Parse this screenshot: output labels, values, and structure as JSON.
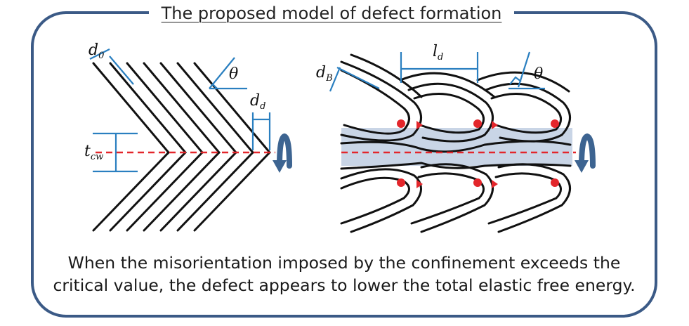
{
  "title": "The proposed model of defect formation",
  "caption": {
    "line1": "When the misorientation imposed by the confinement exceeds the",
    "line2": "critical value, the defect appears to lower the total elastic free energy."
  },
  "labels": {
    "d0": "d",
    "d0_sub": "0",
    "theta": "θ",
    "dd": "d",
    "dd_sub": "d",
    "tcw": "t",
    "tcw_sub": "cw",
    "dB": "d",
    "dB_sub": "B",
    "ld": "l",
    "ld_sub": "d"
  },
  "colors": {
    "frame": "#3b5a86",
    "lamellae": "#111111",
    "dimension": "#2a7fc0",
    "midline": "#e3262b",
    "defect_dot": "#e3262b",
    "channel_fill": "#c9d5e6",
    "rotation_arrow": "#3d6491"
  },
  "icons": [
    "rotation-arrow-icon",
    "rotation-arrow-icon",
    "right-angle-marker-icon"
  ]
}
